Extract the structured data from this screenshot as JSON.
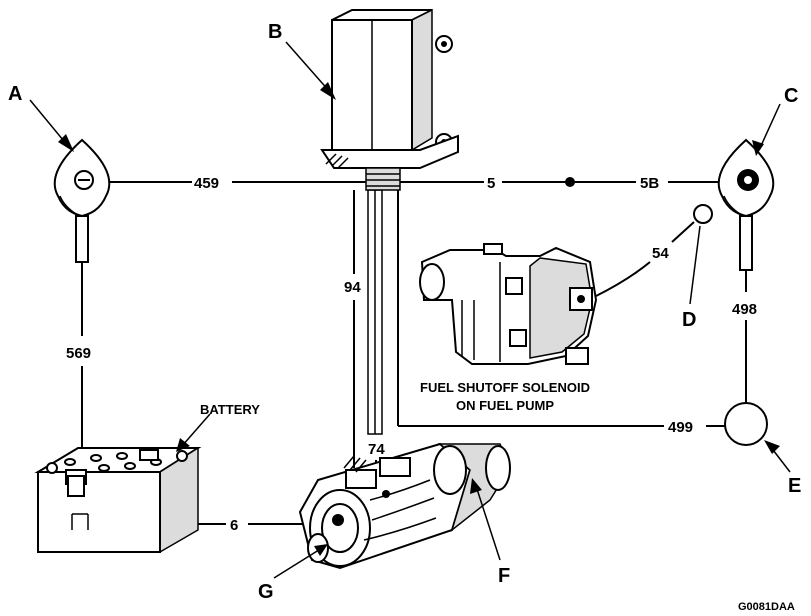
{
  "components": {
    "A": "A",
    "B": "B",
    "C": "C",
    "D": "D",
    "E": "E",
    "F": "F",
    "G": "G"
  },
  "wires": {
    "w459": "459",
    "w5": "5",
    "w5B": "5B",
    "w54": "54",
    "w94": "94",
    "w569": "569",
    "w74": "74",
    "w498": "498",
    "w499": "499",
    "w6": "6"
  },
  "labels": {
    "battery": "BATTERY",
    "solenoid_line1": "FUEL SHUTOFF SOLENOID",
    "solenoid_line2": "ON FUEL PUMP"
  },
  "figure_code": "G0081DAA"
}
